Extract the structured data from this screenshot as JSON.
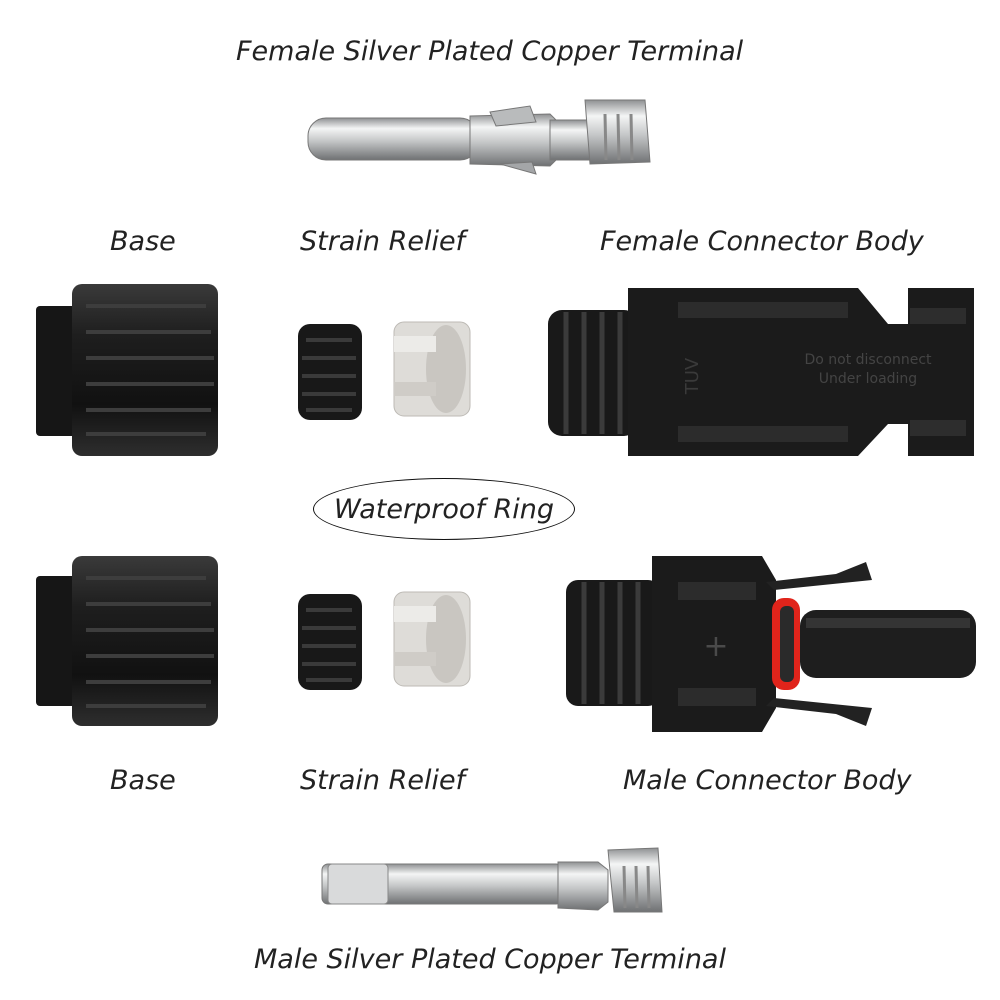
{
  "labels": {
    "female_terminal": "Female Silver Plated Copper Terminal",
    "base_top": "Base",
    "strain_relief_top": "Strain Relief",
    "female_body": "Female Connector Body",
    "waterproof_ring": "Waterproof Ring",
    "base_bottom": "Base",
    "strain_relief_bottom": "Strain Relief",
    "male_body": "Male Connector Body",
    "male_terminal": "Male Silver Plated Copper Terminal"
  },
  "connector_text": {
    "female_warning_line1": "Do not disconnect",
    "female_warning_line2": "Under loading",
    "female_mark": "TUV",
    "male_polarity": "+"
  },
  "colors": {
    "background": "#ffffff",
    "plastic_black": "#1c1c1c",
    "seal_gray": "#dcdad6",
    "metal_silver": "#c9cbcc",
    "oring_red": "#e0241b"
  }
}
